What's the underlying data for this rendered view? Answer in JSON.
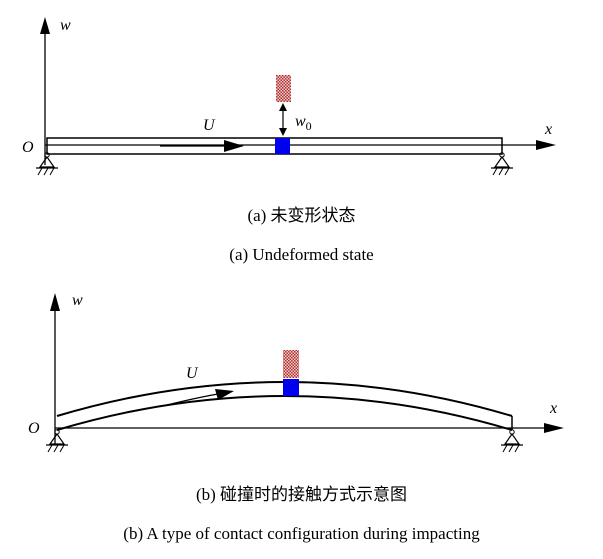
{
  "panel_a": {
    "axis_w": "w",
    "axis_x": "x",
    "origin": "O",
    "velocity": "U",
    "gap_label": "w",
    "gap_sub": "0",
    "caption_cn": "(a) 未变形状态",
    "caption_en": "(a) Undeformed state"
  },
  "panel_b": {
    "axis_w": "w",
    "axis_x": "x",
    "origin": "O",
    "velocity": "U",
    "caption_cn": "(b) 碰撞时的接触方式示意图",
    "caption_en": "(b) A type of contact configuration during impacting"
  },
  "colors": {
    "mass": "#b03030",
    "contact_block": "#0000ee",
    "line": "#000000"
  }
}
